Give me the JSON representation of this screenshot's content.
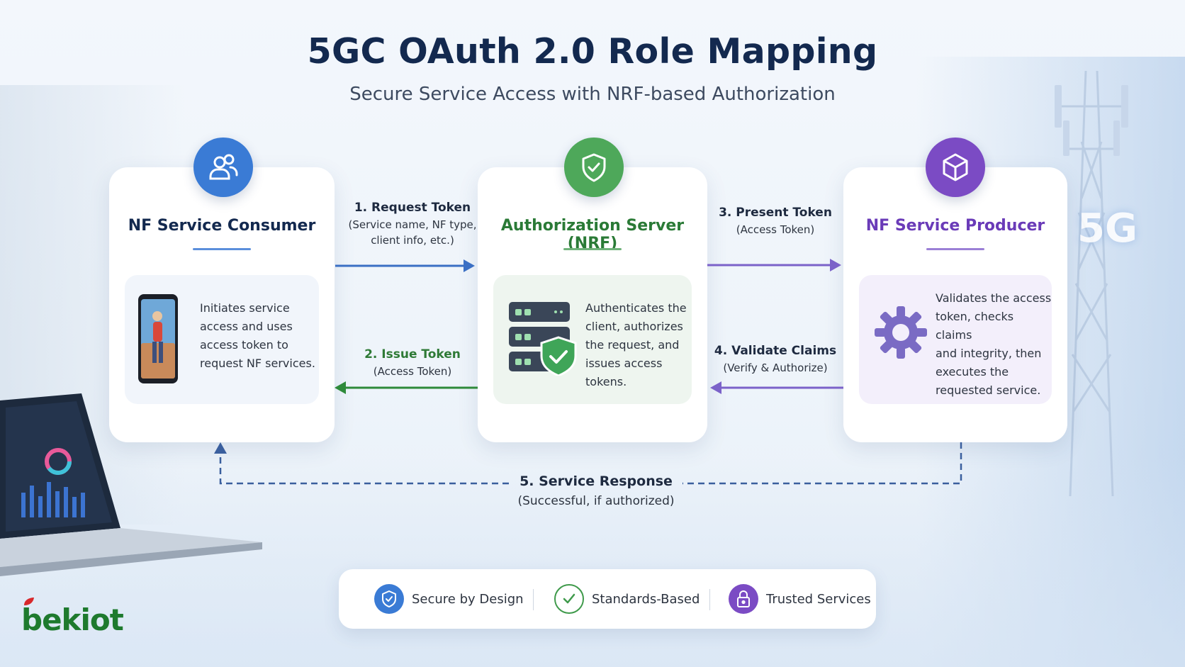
{
  "header": {
    "title": "5GC OAuth 2.0 Role Mapping",
    "subtitle": "Secure Service Access with NRF-based Authorization"
  },
  "consumer": {
    "title": "NF Service Consumer",
    "description_lines": [
      "Initiates service",
      "access and uses",
      "access token to",
      "request NF services."
    ],
    "icon": "users-icon",
    "color": "#3a7bd5"
  },
  "auth_server": {
    "title": "Authorization Server (NRF)",
    "description_lines": [
      "Authenticates the",
      "client, authorizes",
      "the request, and",
      "issues access tokens."
    ],
    "icon": "shield-check-icon",
    "color": "#3f9a4b"
  },
  "producer": {
    "title": "NF Service Producer",
    "description_lines": [
      "Validates the access",
      "token, checks claims",
      "and integrity, then",
      "executes the",
      "requested service."
    ],
    "icon": "cube-icon",
    "color": "#7b4bc4"
  },
  "flows": {
    "step1": {
      "label": "1. Request Token",
      "detail_lines": [
        "(Service name, NF type,",
        "client info, etc.)"
      ],
      "color": "#3a6fc4"
    },
    "step2": {
      "label": "2. Issue Token",
      "detail": "(Access Token)",
      "color": "#2e8a3a"
    },
    "step3": {
      "label": "3. Present Token",
      "detail": "(Access Token)",
      "color": "#7b62c9"
    },
    "step4": {
      "label": "4. Validate Claims",
      "detail": "(Verify & Authorize)",
      "color": "#7b62c9"
    },
    "step5": {
      "label": "5. Service Response",
      "detail": "(Successful, if authorized)",
      "color": "#3a5f9e"
    }
  },
  "features": [
    {
      "label": "Secure by Design",
      "icon": "shield-icon",
      "color": "#3a7bd5"
    },
    {
      "label": "Standards-Based",
      "icon": "check-circle-icon",
      "color": "#3f9a4b"
    },
    {
      "label": "Trusted Services",
      "icon": "lock-icon",
      "color": "#7b4bc4"
    }
  ],
  "brand": {
    "logo_text": "bekiot"
  },
  "background": {
    "tower_label": "5G"
  }
}
